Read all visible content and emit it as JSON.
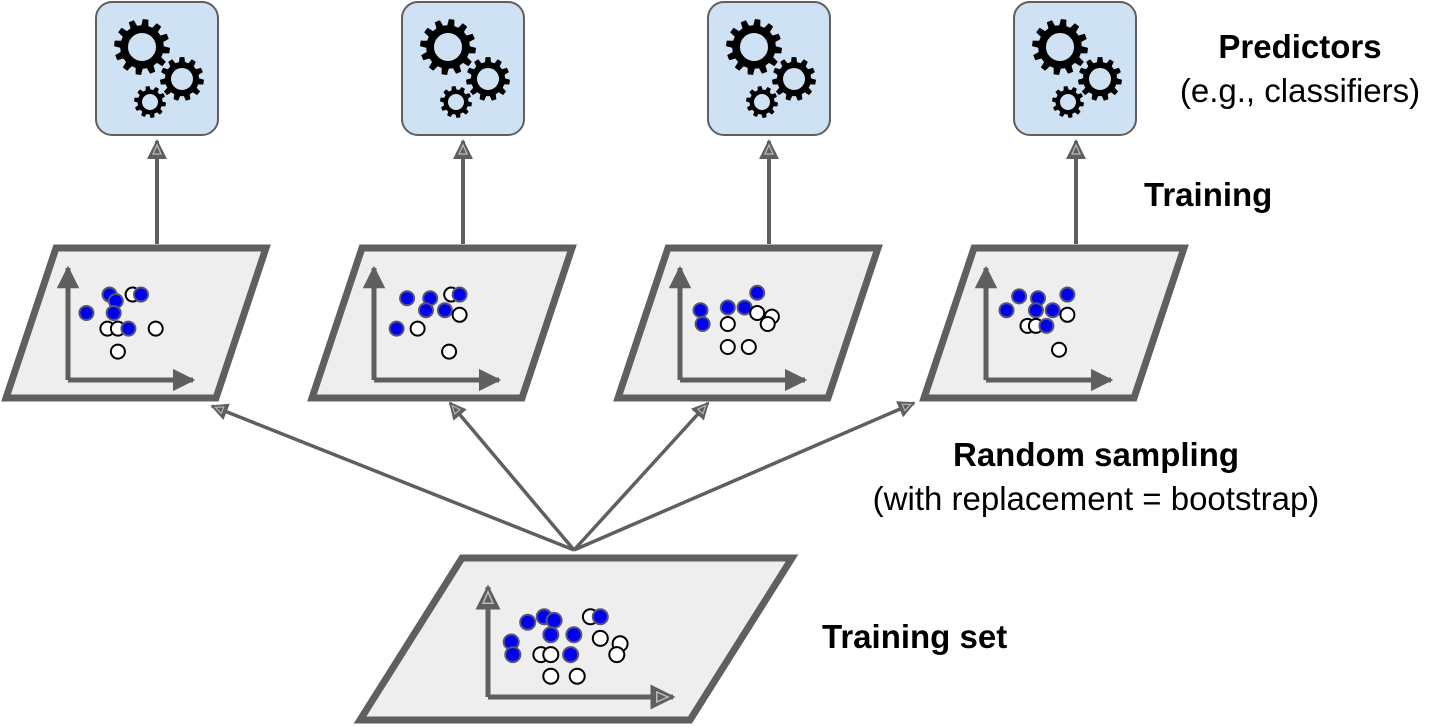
{
  "labels": {
    "predictors_title": "Predictors",
    "predictors_sub": "(e.g., classifiers)",
    "training": "Training",
    "random_sampling_title": "Random sampling",
    "random_sampling_sub": "(with replacement = bootstrap)",
    "training_set": "Training set"
  },
  "colors": {
    "predictor_fill": "#cfe2f3",
    "frame_stroke": "#5f5f5f",
    "panel_fill": "#eeeeee",
    "point_blue": "#0000ee",
    "point_white": "#ffffff",
    "gear": "#000000"
  },
  "predictors": [
    {
      "name": "predictor-1"
    },
    {
      "name": "predictor-2"
    },
    {
      "name": "predictor-3"
    },
    {
      "name": "predictor-4"
    }
  ],
  "samples": [
    {
      "name": "bootstrap-sample-1",
      "points": [
        {
          "x": 0.08,
          "y": 0.62,
          "c": "blue"
        },
        {
          "x": 0.3,
          "y": 0.82,
          "c": "blue"
        },
        {
          "x": 0.36,
          "y": 0.75,
          "c": "blue"
        },
        {
          "x": 0.34,
          "y": 0.62,
          "c": "blue"
        },
        {
          "x": 0.52,
          "y": 0.82,
          "c": "white"
        },
        {
          "x": 0.6,
          "y": 0.82,
          "c": "blue"
        },
        {
          "x": 0.28,
          "y": 0.45,
          "c": "white"
        },
        {
          "x": 0.38,
          "y": 0.45,
          "c": "white"
        },
        {
          "x": 0.48,
          "y": 0.45,
          "c": "blue"
        },
        {
          "x": 0.74,
          "y": 0.45,
          "c": "white"
        },
        {
          "x": 0.38,
          "y": 0.2,
          "c": "white"
        }
      ]
    },
    {
      "name": "bootstrap-sample-2",
      "points": [
        {
          "x": 0.22,
          "y": 0.78,
          "c": "blue"
        },
        {
          "x": 0.44,
          "y": 0.78,
          "c": "blue"
        },
        {
          "x": 0.4,
          "y": 0.65,
          "c": "blue"
        },
        {
          "x": 0.58,
          "y": 0.65,
          "c": "blue"
        },
        {
          "x": 0.64,
          "y": 0.82,
          "c": "white"
        },
        {
          "x": 0.72,
          "y": 0.82,
          "c": "blue"
        },
        {
          "x": 0.72,
          "y": 0.6,
          "c": "white"
        },
        {
          "x": 0.12,
          "y": 0.45,
          "c": "blue"
        },
        {
          "x": 0.32,
          "y": 0.45,
          "c": "white"
        },
        {
          "x": 0.62,
          "y": 0.2,
          "c": "white"
        }
      ]
    },
    {
      "name": "bootstrap-sample-3",
      "points": [
        {
          "x": 0.1,
          "y": 0.65,
          "c": "blue"
        },
        {
          "x": 0.12,
          "y": 0.5,
          "c": "blue"
        },
        {
          "x": 0.36,
          "y": 0.68,
          "c": "blue"
        },
        {
          "x": 0.52,
          "y": 0.68,
          "c": "blue"
        },
        {
          "x": 0.64,
          "y": 0.84,
          "c": "blue"
        },
        {
          "x": 0.64,
          "y": 0.62,
          "c": "white"
        },
        {
          "x": 0.78,
          "y": 0.58,
          "c": "white"
        },
        {
          "x": 0.74,
          "y": 0.5,
          "c": "white"
        },
        {
          "x": 0.36,
          "y": 0.5,
          "c": "white"
        },
        {
          "x": 0.36,
          "y": 0.25,
          "c": "white"
        },
        {
          "x": 0.56,
          "y": 0.25,
          "c": "white"
        }
      ]
    },
    {
      "name": "bootstrap-sample-4",
      "points": [
        {
          "x": 0.1,
          "y": 0.65,
          "c": "blue"
        },
        {
          "x": 0.22,
          "y": 0.8,
          "c": "blue"
        },
        {
          "x": 0.4,
          "y": 0.78,
          "c": "blue"
        },
        {
          "x": 0.38,
          "y": 0.65,
          "c": "blue"
        },
        {
          "x": 0.54,
          "y": 0.65,
          "c": "blue"
        },
        {
          "x": 0.68,
          "y": 0.82,
          "c": "blue"
        },
        {
          "x": 0.68,
          "y": 0.6,
          "c": "white"
        },
        {
          "x": 0.3,
          "y": 0.48,
          "c": "white"
        },
        {
          "x": 0.38,
          "y": 0.48,
          "c": "white"
        },
        {
          "x": 0.48,
          "y": 0.48,
          "c": "blue"
        },
        {
          "x": 0.6,
          "y": 0.22,
          "c": "white"
        }
      ]
    }
  ],
  "training_set": {
    "name": "training-set",
    "points": [
      {
        "x": 0.08,
        "y": 0.5,
        "c": "blue"
      },
      {
        "x": 0.09,
        "y": 0.36,
        "c": "blue"
      },
      {
        "x": 0.18,
        "y": 0.72,
        "c": "blue"
      },
      {
        "x": 0.28,
        "y": 0.78,
        "c": "blue"
      },
      {
        "x": 0.34,
        "y": 0.74,
        "c": "blue"
      },
      {
        "x": 0.32,
        "y": 0.58,
        "c": "blue"
      },
      {
        "x": 0.46,
        "y": 0.58,
        "c": "blue"
      },
      {
        "x": 0.56,
        "y": 0.78,
        "c": "white"
      },
      {
        "x": 0.62,
        "y": 0.78,
        "c": "blue"
      },
      {
        "x": 0.62,
        "y": 0.54,
        "c": "white"
      },
      {
        "x": 0.74,
        "y": 0.48,
        "c": "white"
      },
      {
        "x": 0.72,
        "y": 0.36,
        "c": "white"
      },
      {
        "x": 0.26,
        "y": 0.36,
        "c": "white"
      },
      {
        "x": 0.32,
        "y": 0.36,
        "c": "white"
      },
      {
        "x": 0.44,
        "y": 0.36,
        "c": "blue"
      },
      {
        "x": 0.32,
        "y": 0.12,
        "c": "white"
      },
      {
        "x": 0.48,
        "y": 0.12,
        "c": "white"
      }
    ]
  }
}
